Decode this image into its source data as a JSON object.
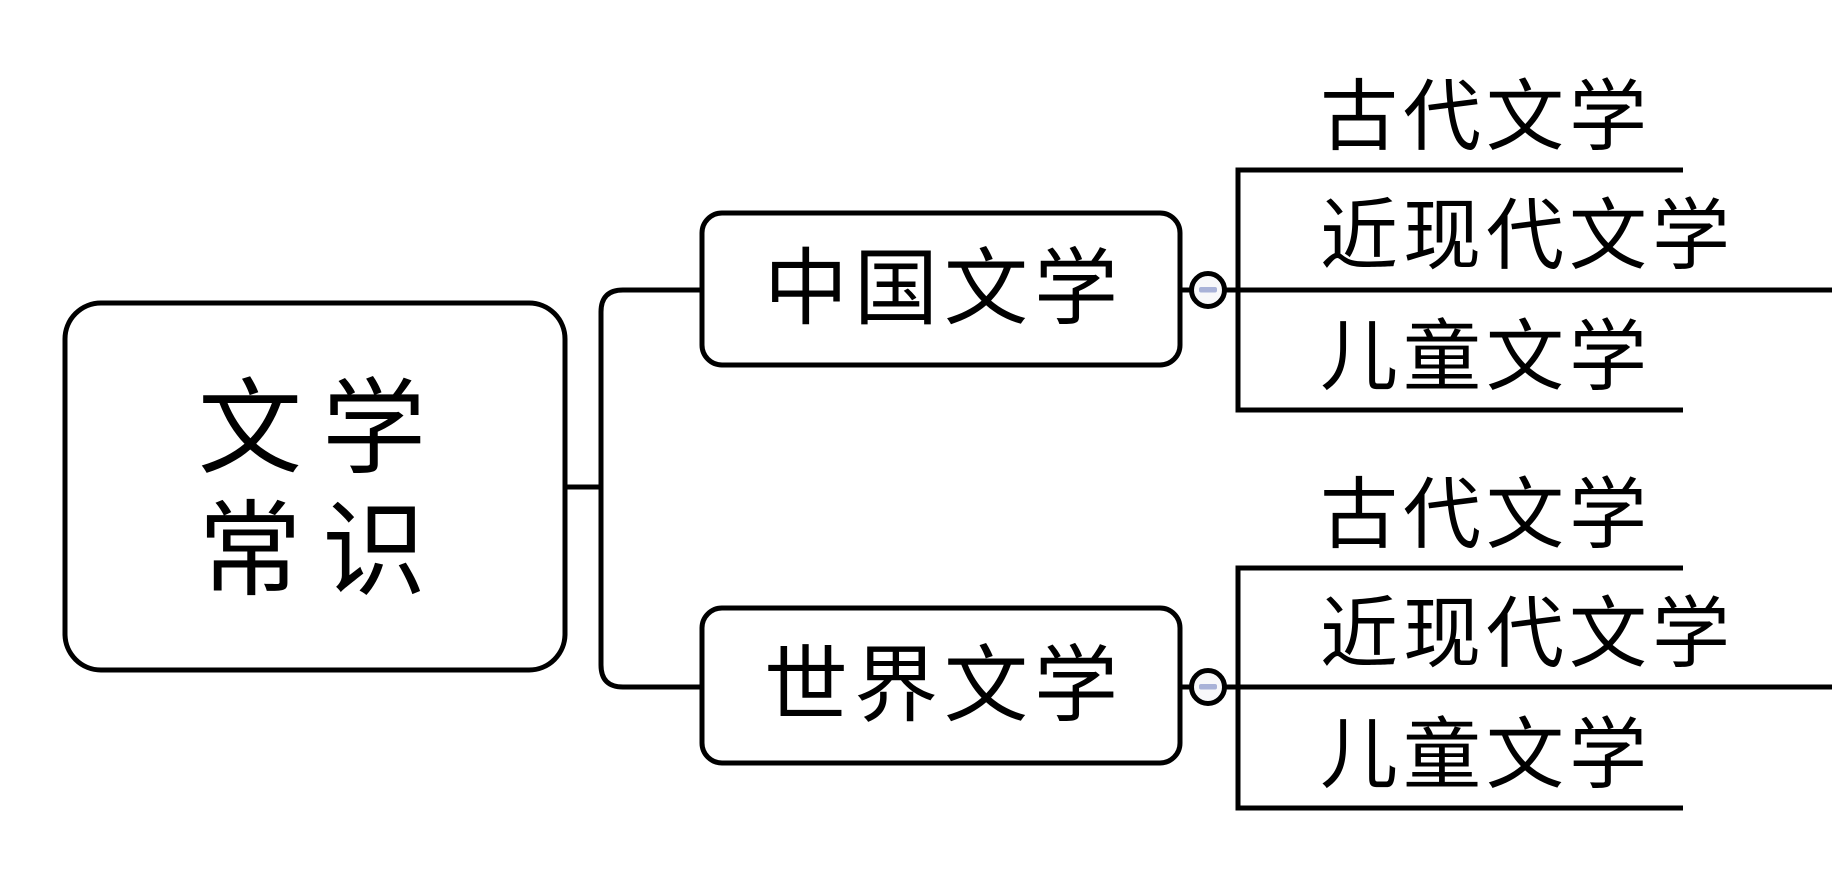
{
  "diagram": {
    "type": "mindmap",
    "background_color": "#ffffff",
    "line_color": "#000000",
    "node_fill_color": "#ffffff",
    "collapse_button": {
      "fill_color": "#f8f8fa",
      "minus_color": "#a9b2d8",
      "state": "expanded"
    },
    "root": {
      "label": "文学常识",
      "line1": "文学",
      "line2": "常识"
    },
    "branches": [
      {
        "label": "中国文学",
        "children": [
          "古代文学",
          "近现代文学",
          "儿童文学"
        ]
      },
      {
        "label": "世界文学",
        "children": [
          "古代文学",
          "近现代文学",
          "儿童文学"
        ]
      }
    ]
  }
}
